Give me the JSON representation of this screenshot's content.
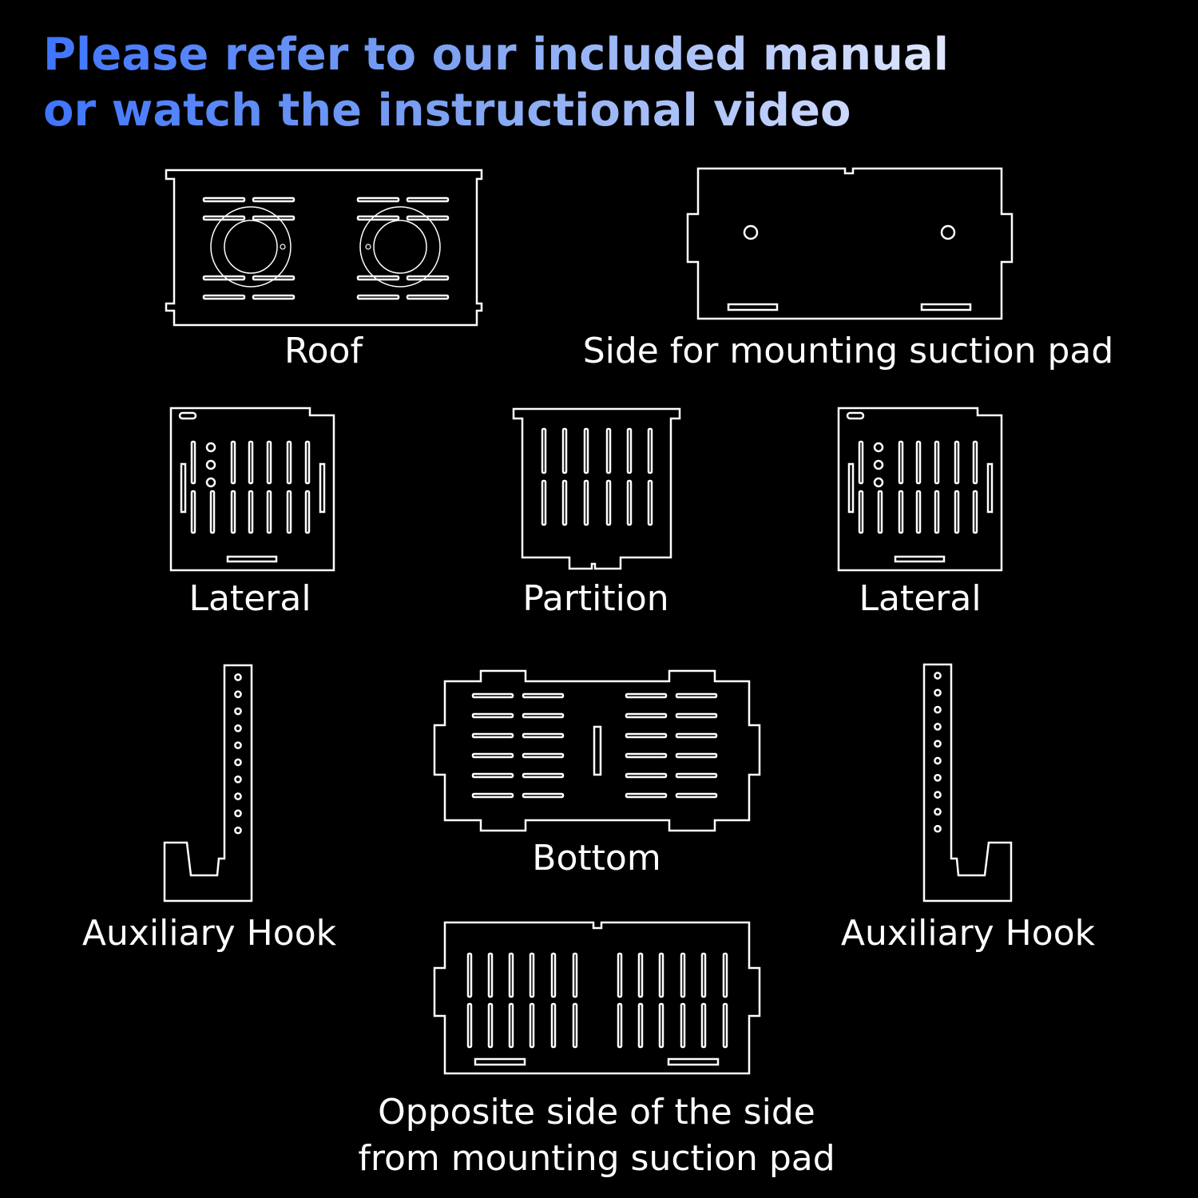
{
  "headline": {
    "line1": "Please refer to our included manual",
    "line2": "or watch the instructional video",
    "gradient": [
      "#3f75ff",
      "#7ea2f2",
      "#dfe6ff"
    ]
  },
  "parts": {
    "roof": "Roof",
    "side_suction": "Side for mounting suction pad",
    "lateral_left": "Lateral",
    "partition": "Partition",
    "lateral_right": "Lateral",
    "hook_left": "Auxiliary Hook",
    "bottom": "Bottom",
    "hook_right": "Auxiliary Hook",
    "opposite_line1": "Opposite side of the side",
    "opposite_line2": "from mounting suction pad"
  },
  "colors": {
    "background": "#000000",
    "outline": "#ffffff",
    "label": "#ffffff"
  }
}
